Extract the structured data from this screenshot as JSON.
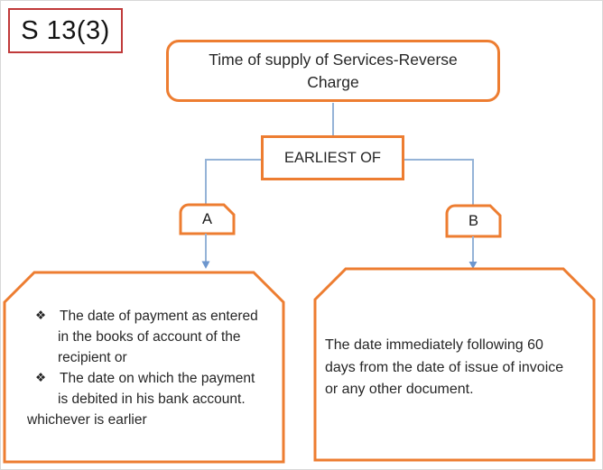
{
  "colors": {
    "box_border_orange": "#ED7D31",
    "connector_blue": "#95B3D7",
    "arrowhead_blue": "#6C96CE",
    "badge_border_red": "#C03A3A",
    "text": "#262626"
  },
  "badge": {
    "label": "S 13(3)"
  },
  "title_box": {
    "line1": "Time of supply of Services-Reverse",
    "line2": "Charge"
  },
  "decision_box": {
    "label": "EARLIEST OF"
  },
  "branch_a": {
    "label": "A"
  },
  "branch_b": {
    "label": "B"
  },
  "left_box": {
    "lines": [
      {
        "marker": "❖",
        "text": "The date of payment as entered"
      },
      {
        "marker": "",
        "text": "in the books of account of the"
      },
      {
        "marker": "",
        "text": "recipient or"
      },
      {
        "marker": "❖",
        "text": "The date on which the payment"
      },
      {
        "marker": "",
        "text": "is debited in his bank account."
      },
      {
        "marker": "",
        "text": "whichever is earlier"
      }
    ]
  },
  "right_box": {
    "lines": [
      "The date immediately following 60",
      "days from the date of issue of invoice",
      "or any other document."
    ]
  }
}
